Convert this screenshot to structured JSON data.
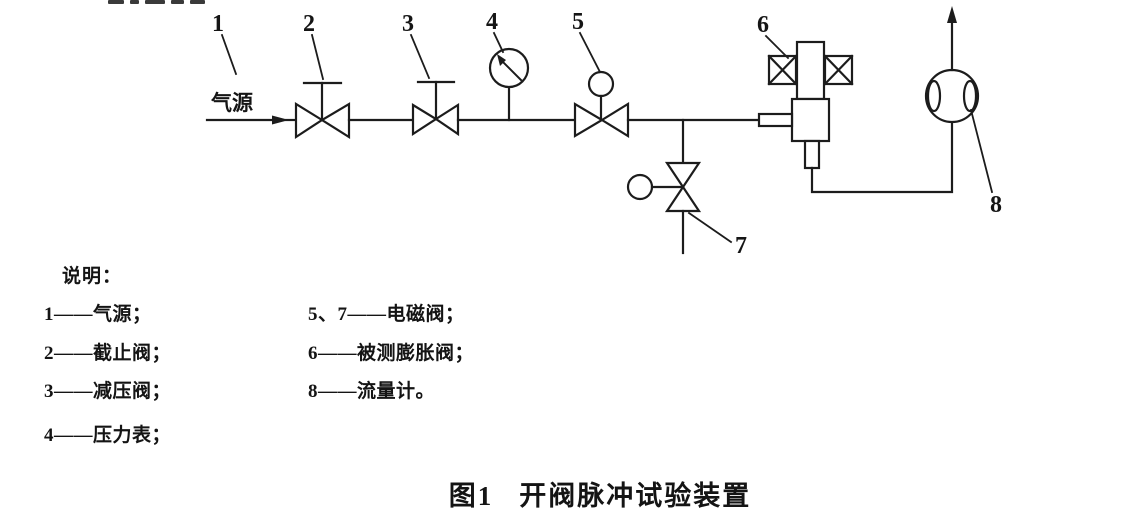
{
  "page": {
    "caption_fig": "图1",
    "caption_title": "开阀脉冲试验装置"
  },
  "diagram": {
    "gas_source_label": "气源",
    "component_labels": {
      "n1": "1",
      "n2": "2",
      "n3": "3",
      "n4": "4",
      "n5": "5",
      "n6": "6",
      "n7": "7",
      "n8": "8"
    },
    "icons": {
      "stop_valve": "bowtie-valve-with-tee-handle",
      "reducing_valve": "bowtie-valve-with-tee-handle",
      "pressure_gauge": "circle-gauge-with-needle",
      "solenoid_valve": "bowtie-valve-with-circle-actuator",
      "expansion_valve": "body-with-two-crossed-coil-boxes",
      "flowmeter": "circle-with-two-lenses",
      "line_color": "#1c1c1c"
    }
  },
  "legend": {
    "title": "说明：",
    "column1": [
      "1——气源；",
      "2——截止阀；",
      "3——减压阀；",
      "4——压力表；"
    ],
    "column2": [
      "5、7——电磁阀；",
      "6——被测膨胀阀；",
      "8——流量计。"
    ]
  }
}
